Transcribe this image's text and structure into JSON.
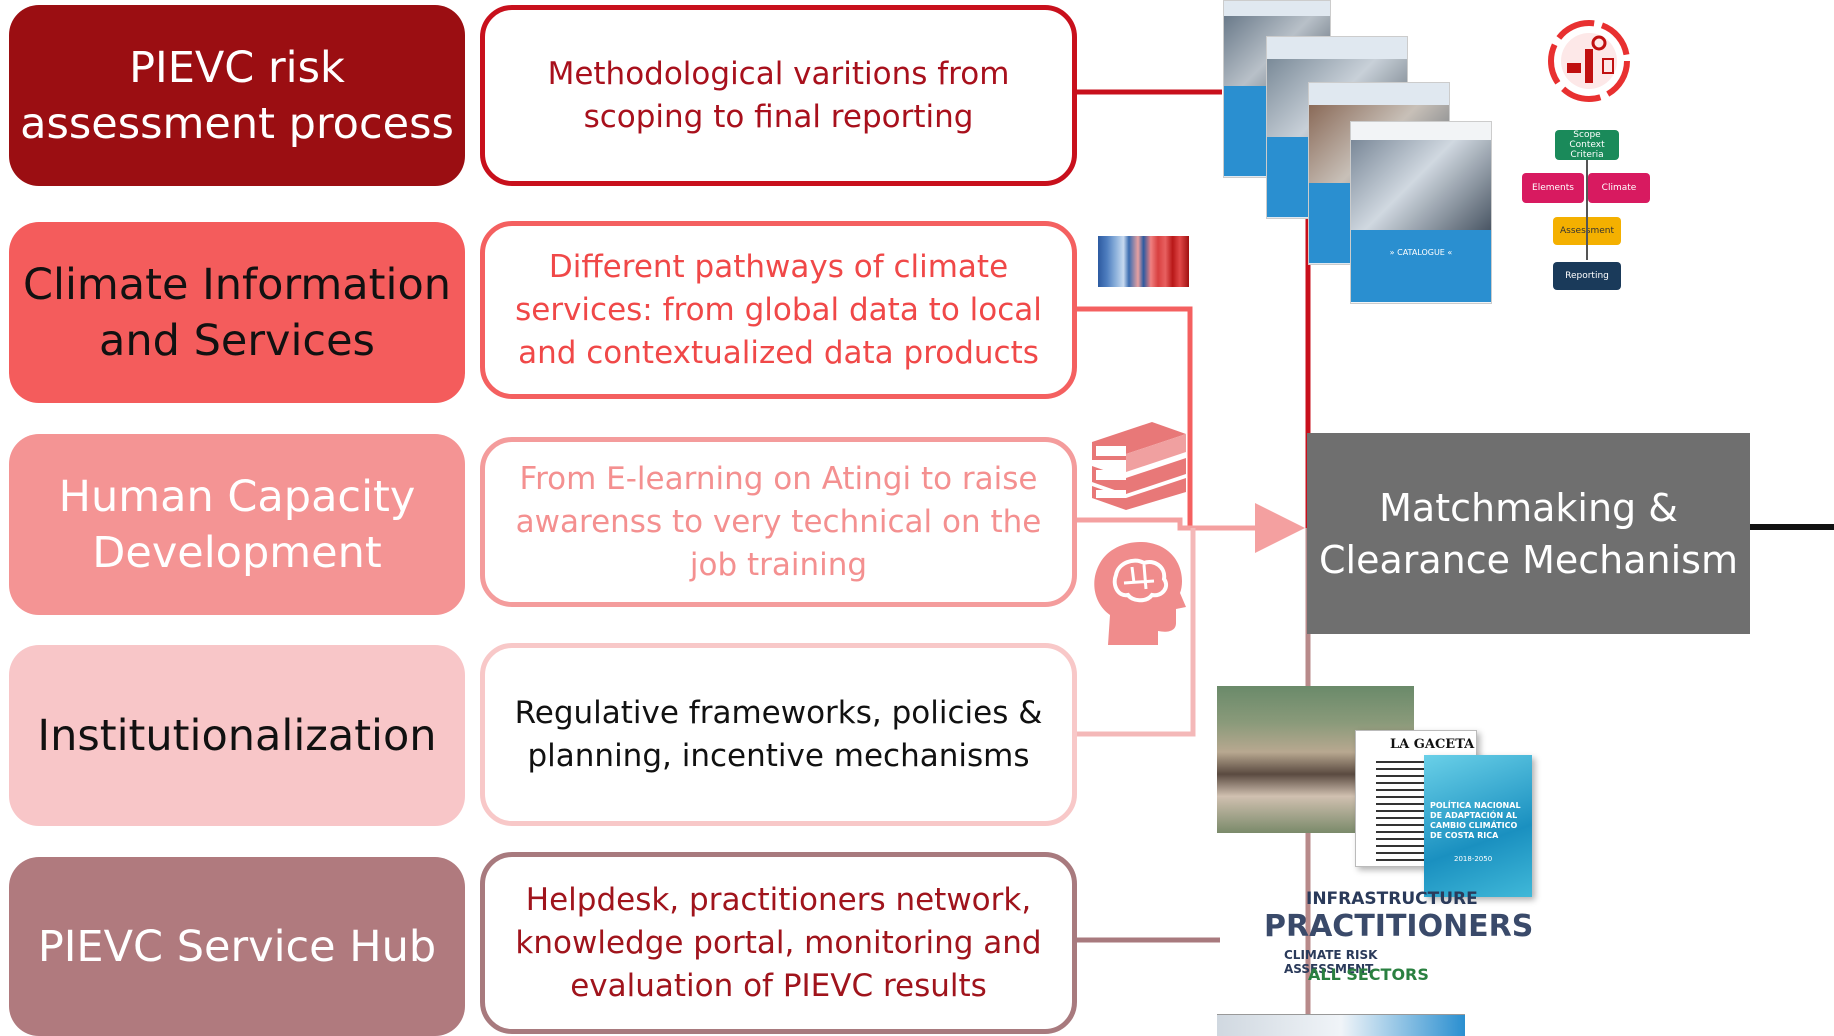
{
  "pillars": [
    {
      "label": "PIEVC risk assessment process",
      "description": "Methodological varitions from scoping to final reporting"
    },
    {
      "label": "Climate Information and Services",
      "description": "Different pathways of climate services: from global data to local and contextualized data products"
    },
    {
      "label": "Human Capacity Development",
      "description": "From E-learning on Atingi to raise awarenss to very technical on the job training"
    },
    {
      "label": "Institutionalization",
      "description": "Regulative frameworks, policies & planning, incentive mechanisms"
    },
    {
      "label": "PIEVC Service Hub",
      "description": "Helpdesk, practitioners network, knowledge portal, monitoring and evaluation of PIEVC results"
    }
  ],
  "mechanism": {
    "label": "Matchmaking & Clearance Mechanism"
  },
  "process_steps": [
    "Scope Context Criteria",
    "Elements",
    "Climate",
    "Assessment",
    "Reporting"
  ],
  "catalogue_label": "» CATALOGUE «",
  "newspaper_title": "LA GACETA",
  "policy_cover_title": "POLÍTICA NACIONAL DE ADAPTACIÓN AL CAMBIO CLIMÁTICO DE COSTA RICA",
  "policy_cover_years": "2018-2050",
  "wordcloud": {
    "line1": "INFRASTRUCTURE",
    "line2": "PRACTITIONERS",
    "line3": "CLIMATE RISK ASSESSMENT",
    "line4": "ALL SECTORS"
  },
  "colors": {
    "pillar_1": "#9b0e12",
    "pillar_2": "#f45c5c",
    "pillar_3": "#f49494",
    "pillar_4": "#f8c6c8",
    "pillar_5": "#b07a7e",
    "border_1": "#c8101c",
    "border_2": "#f46060",
    "border_3": "#f49c9c",
    "border_4": "#f8c8c8",
    "border_5": "#a87a7e",
    "mechanism": "#6f6f6f"
  }
}
